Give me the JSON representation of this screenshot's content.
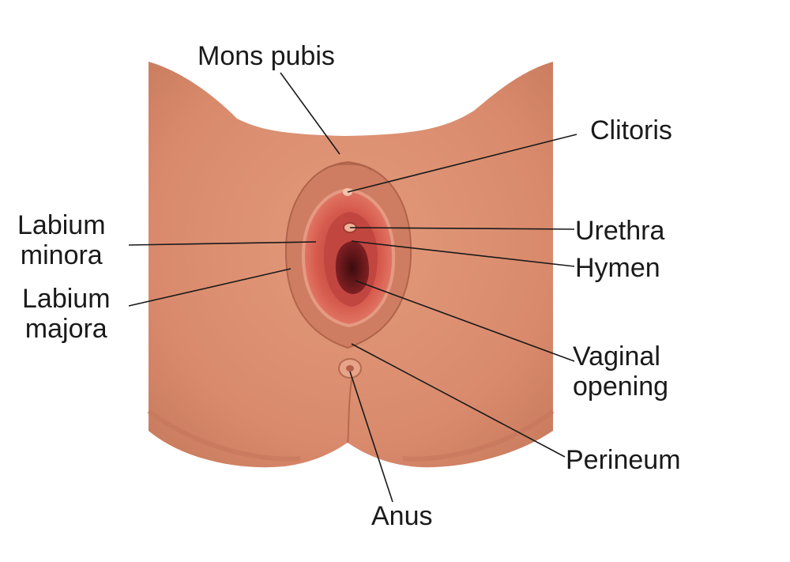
{
  "labels": {
    "mons_pubis": "Mons pubis",
    "clitoris": "Clitoris",
    "urethra": "Urethra",
    "hymen": "Hymen",
    "vaginal_opening_1": "Vaginal",
    "vaginal_opening_2": "opening",
    "perineum": "Perineum",
    "anus": "Anus",
    "labium_minora_1": "Labium",
    "labium_minora_2": "minora",
    "labium_majora_1": "Labium",
    "labium_majora_2": "majora"
  },
  "colors": {
    "skin": "#d98a6c",
    "skin_shadow": "#c9775a",
    "skin_light": "#e6a084",
    "inner_red": "#c94a40",
    "inner_dark": "#6e1b1c",
    "leader_line": "#1a1a1a"
  }
}
